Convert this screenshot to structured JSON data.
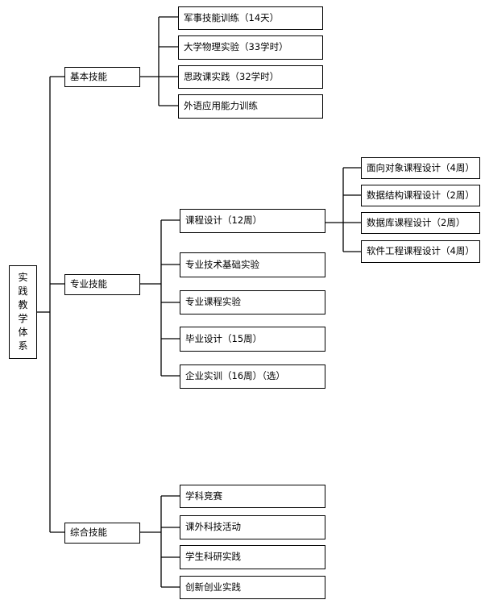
{
  "root": {
    "label": "实践教学体系"
  },
  "groups": [
    {
      "label": "基本技能",
      "items": [
        {
          "label": "军事技能训练（14天）"
        },
        {
          "label": "大学物理实验（33学时）"
        },
        {
          "label": "思政课实践（32学时）"
        },
        {
          "label": "外语应用能力训练"
        }
      ]
    },
    {
      "label": "专业技能",
      "items": [
        {
          "label": "课程设计（12周）",
          "children": [
            {
              "label": "面向对象课程设计（4周）"
            },
            {
              "label": "数据结构课程设计（2周）"
            },
            {
              "label": "数据库课程设计（2周）"
            },
            {
              "label": "软件工程课程设计（4周）"
            }
          ]
        },
        {
          "label": "专业技术基础实验"
        },
        {
          "label": "专业课程实验"
        },
        {
          "label": "毕业设计（15周）"
        },
        {
          "label": "企业实训（16周）（选）"
        }
      ]
    },
    {
      "label": "综合技能",
      "items": [
        {
          "label": "学科竞赛"
        },
        {
          "label": "课外科技活动"
        },
        {
          "label": "学生科研实践"
        },
        {
          "label": "创新创业实践"
        }
      ]
    }
  ]
}
